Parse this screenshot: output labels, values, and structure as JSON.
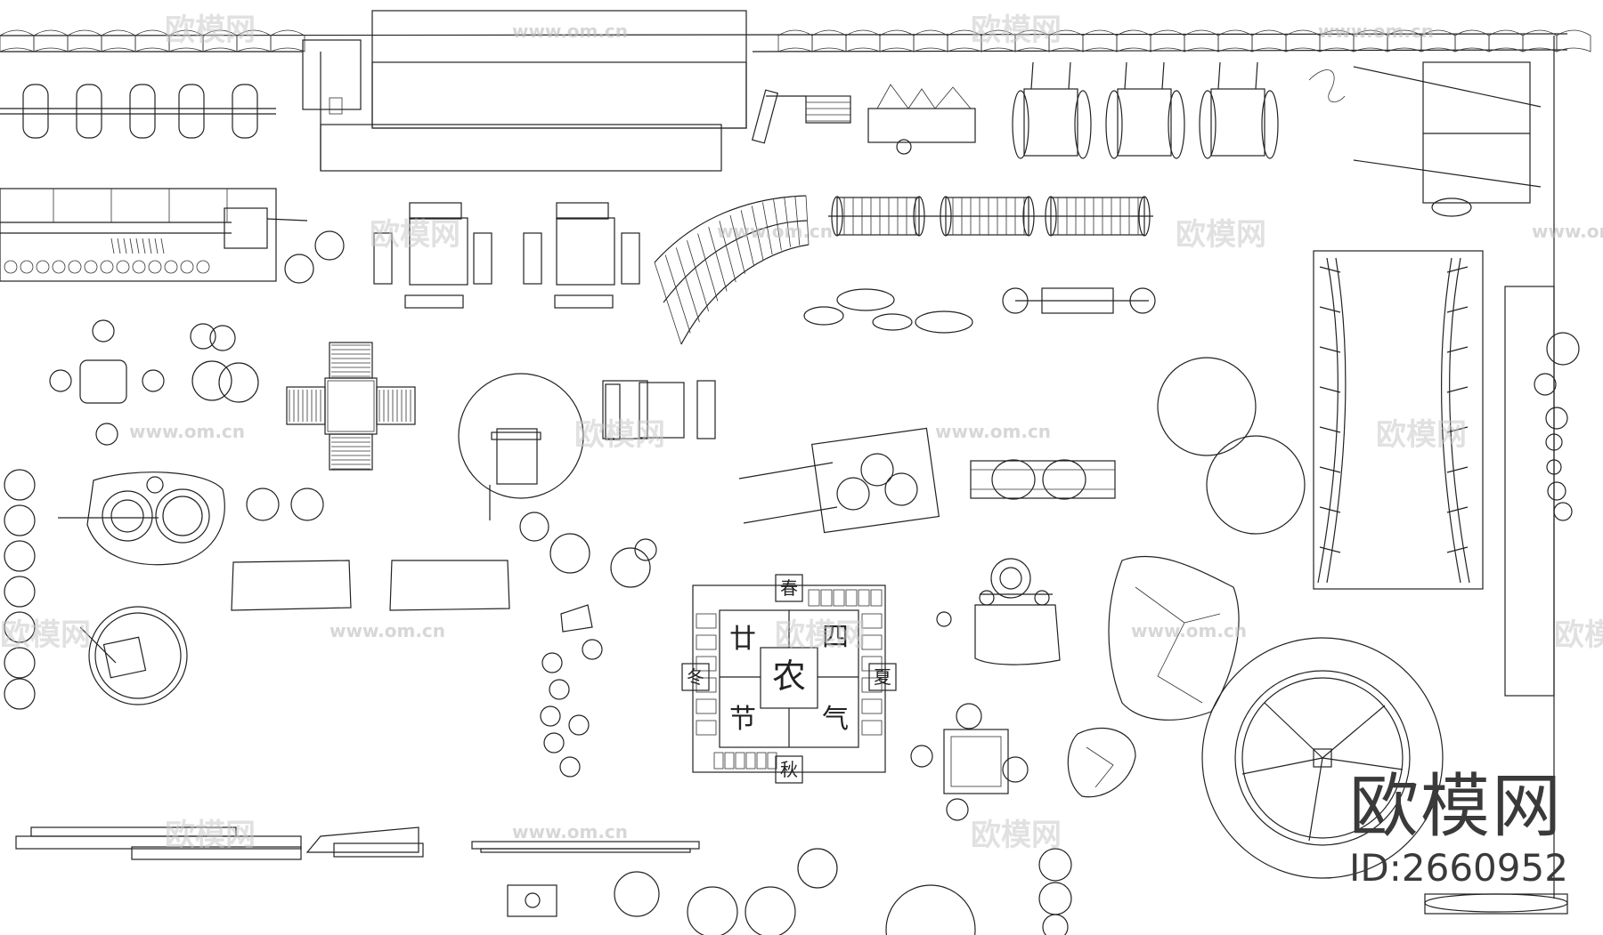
{
  "watermark": {
    "logo_text": "欧模网",
    "url_text": "www.om.cn"
  },
  "board": {
    "center": "农",
    "corners": [
      "春",
      "夏",
      "秋",
      "冬"
    ],
    "center_ring": [
      "廿",
      "四",
      "节",
      "气"
    ]
  },
  "brand": {
    "name": "欧模网",
    "id": "ID:2660952"
  }
}
